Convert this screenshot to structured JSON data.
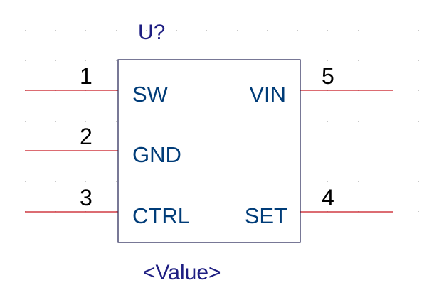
{
  "component": {
    "reference": "U?",
    "value": "<Value>"
  },
  "pins": [
    {
      "number": "1",
      "name": "SW"
    },
    {
      "number": "2",
      "name": "GND"
    },
    {
      "number": "3",
      "name": "CTRL"
    },
    {
      "number": "5",
      "name": "VIN"
    },
    {
      "number": "4",
      "name": "SET"
    }
  ],
  "colors": {
    "pin_line": "#c8141e",
    "pin_name": "#003c78",
    "label": "#1e1e82",
    "body_outline": "#1e1e50"
  }
}
